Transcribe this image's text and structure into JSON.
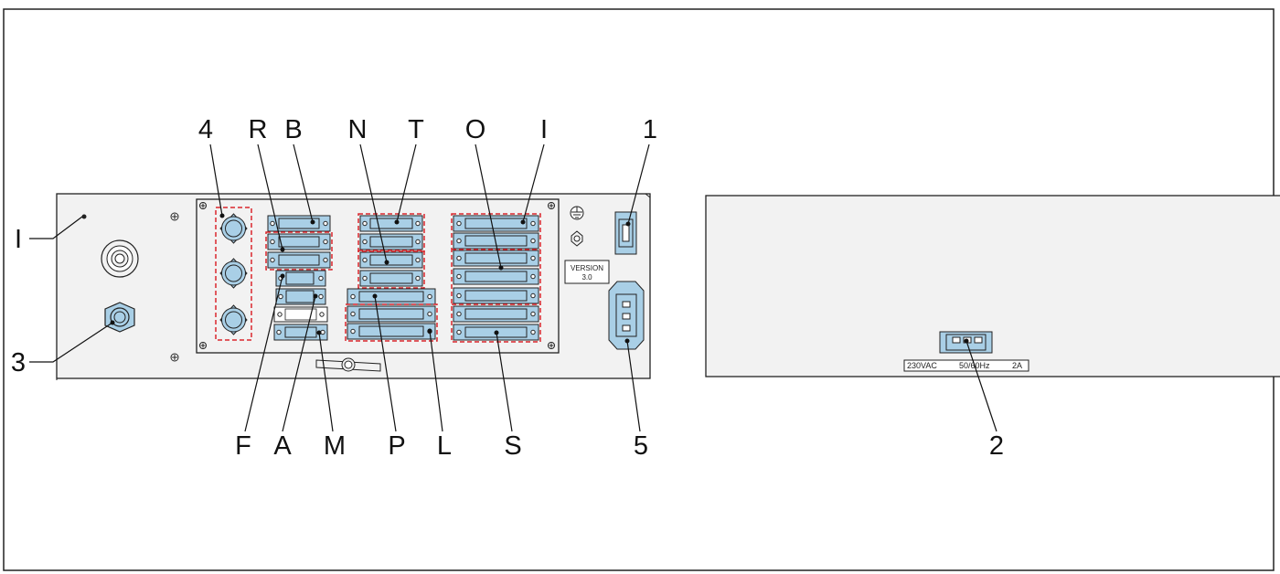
{
  "colors": {
    "connector": "#a9cfe6",
    "panel": "#f2f2f2",
    "outline": "#222222",
    "highlight": "#d9262c"
  },
  "callouts": {
    "top": [
      "4",
      "R",
      "B",
      "N",
      "T",
      "O",
      "I",
      "1"
    ],
    "left": [
      "I",
      "3"
    ],
    "bottom": [
      "F",
      "A",
      "M",
      "P",
      "L",
      "S",
      "5"
    ],
    "right": [
      "2"
    ]
  },
  "labels": {
    "version_line1": "VERSION",
    "version_line2": "3.0",
    "rating_voltage": "230VAC",
    "rating_frequency": "50/60Hz",
    "rating_current": "2A"
  }
}
